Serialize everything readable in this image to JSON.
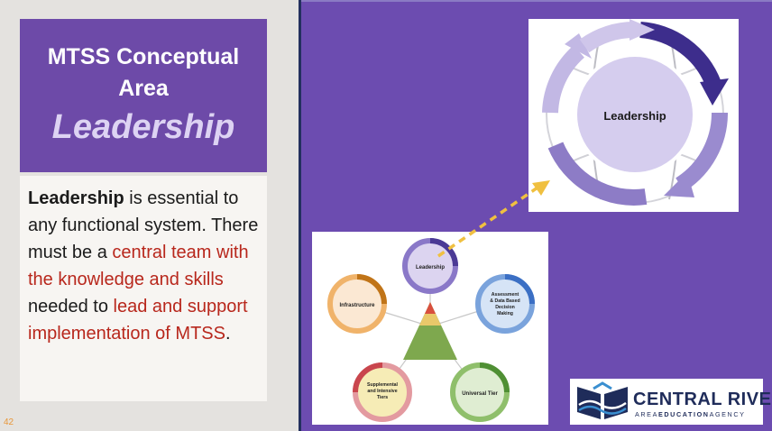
{
  "slide": {
    "title_line1": "MTSS Conceptual",
    "title_line2": "Area",
    "title_italic": "Leadership",
    "body": {
      "p1": "Leadership",
      "p2": " is essential to any functional system. There must be a ",
      "p3": "central team with the knowledge and skills",
      "p4": " needed to ",
      "p5": "lead and support implementation of MTSS",
      "p6": "."
    },
    "slide_number": "42"
  },
  "leadership_graphic": {
    "label": "Leadership"
  },
  "diagram": {
    "nodes": {
      "leadership": "Leadership",
      "assessment_l1": "Assessment",
      "assessment_l2": "& Data Based",
      "assessment_l3": "Decision",
      "assessment_l4": "Making",
      "universal": "Universal Tier",
      "supplemental_l1": "Supplemental",
      "supplemental_l2": "and Intensive",
      "supplemental_l3": "Tiers",
      "infrastructure": "Infrastructure"
    }
  },
  "logo": {
    "name": "CENTRAL RIVERS",
    "tag_a": "AREA",
    "tag_b": "EDUCATION",
    "tag_c": "AGENCY"
  },
  "colors": {
    "purple_bg": "#6c4cb0",
    "title_bg": "#6d4aa8",
    "red_text": "#b8271c",
    "arrow_gold": "#f0c040",
    "navy": "#1f2c5a"
  }
}
